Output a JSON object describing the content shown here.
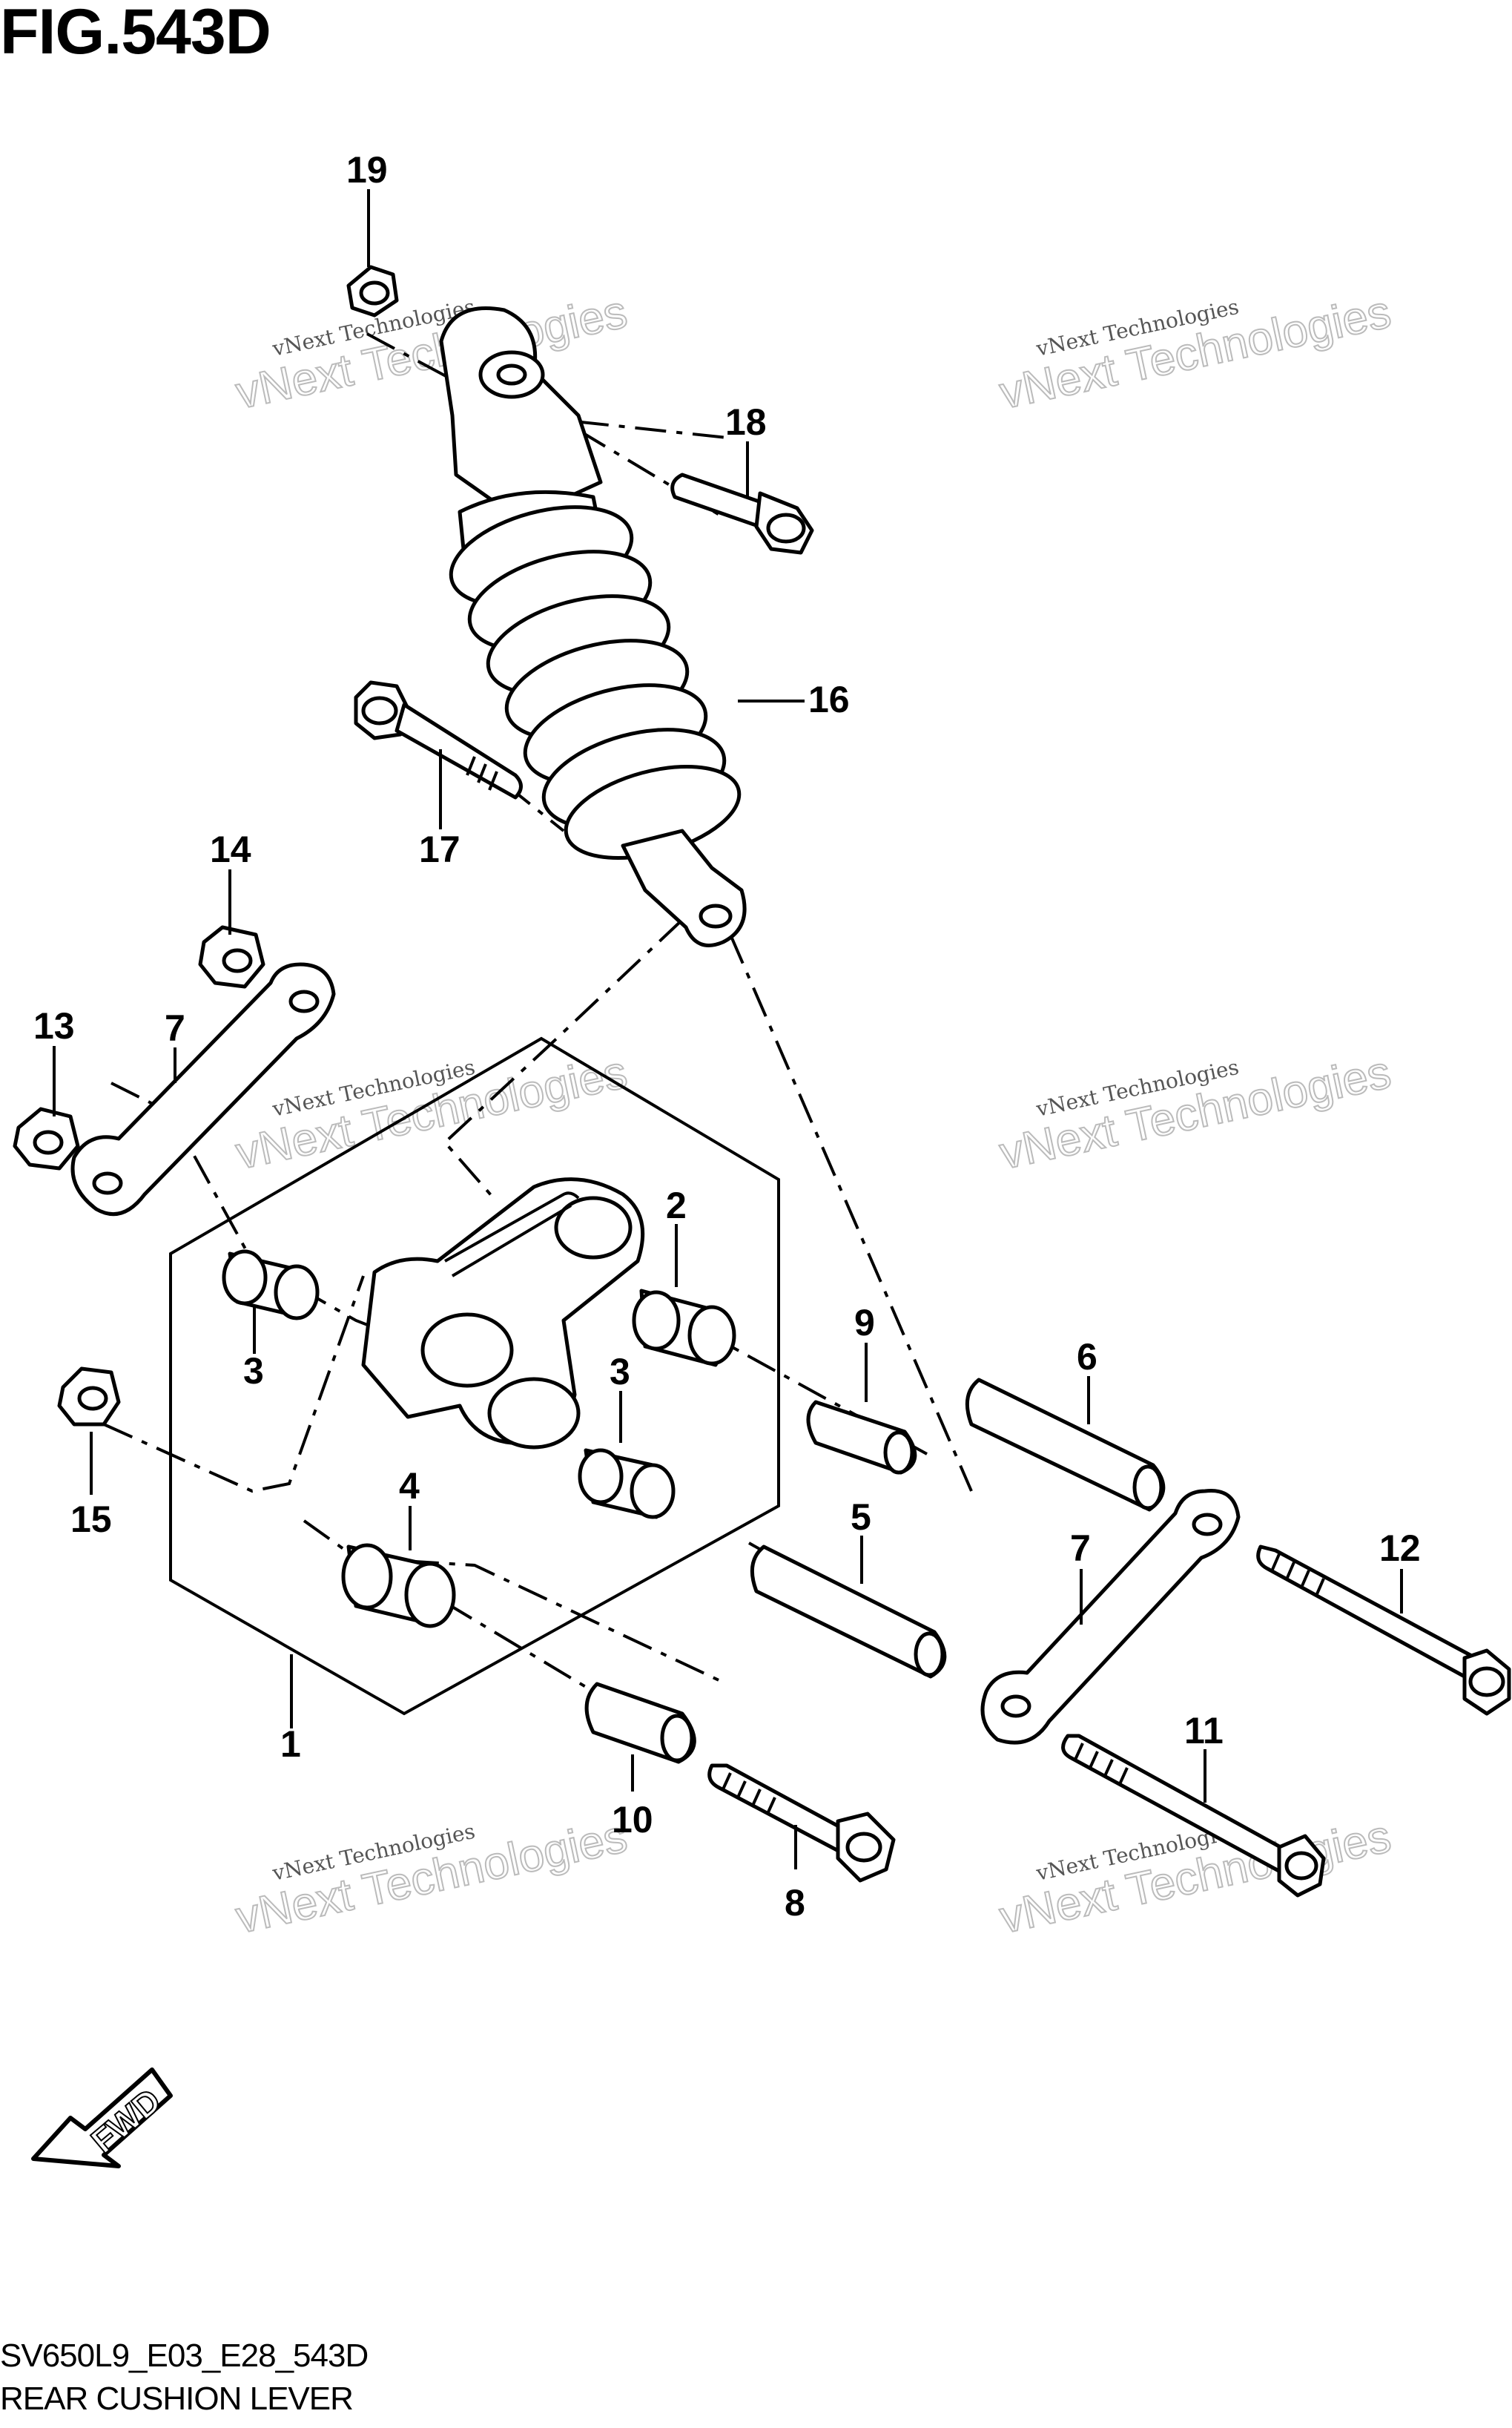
{
  "header": {
    "figure_title": "FIG.543D"
  },
  "footer": {
    "model_code": "SV650L9_E03_E28_543D",
    "section_name": "REAR CUSHION LEVER"
  },
  "fwd_label": "FWD",
  "watermark": {
    "line1": "vNext Technologies",
    "line2": "vNext Technologies"
  },
  "callouts": [
    "19",
    "18",
    "16",
    "17",
    "14",
    "13",
    "7",
    "2",
    "9",
    "6",
    "3",
    "3",
    "15",
    "4",
    "5",
    "7",
    "12",
    "1",
    "11",
    "10",
    "8"
  ]
}
